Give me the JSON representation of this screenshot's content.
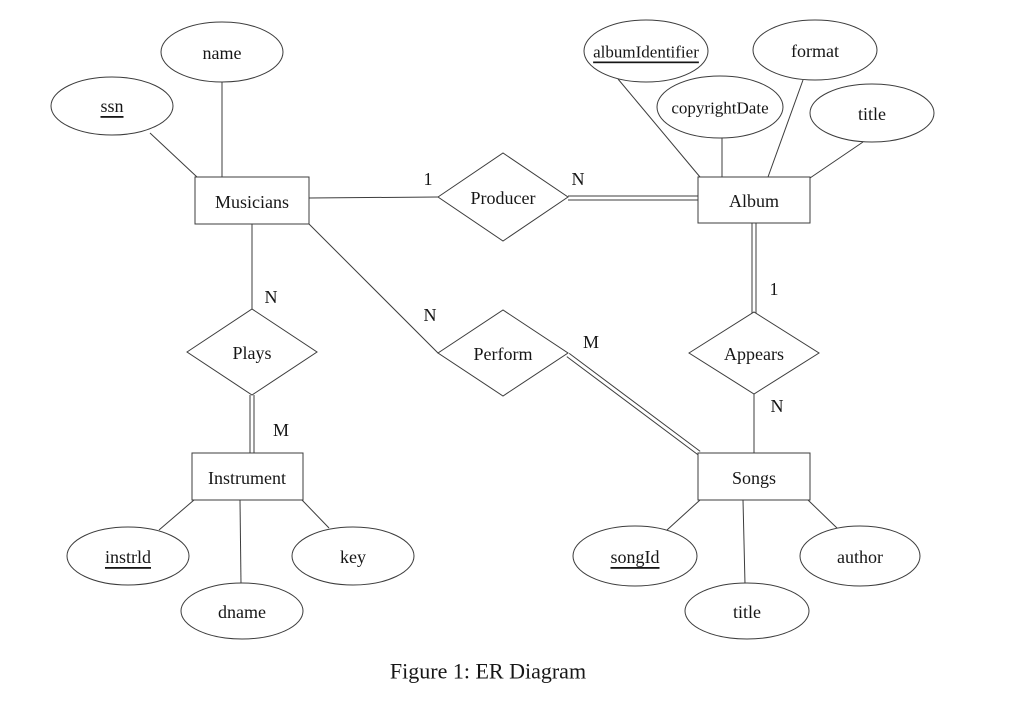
{
  "page": {
    "caption": "Figure 1: ER Diagram",
    "background_color": "#ffffff",
    "line_color": "#3c3c3c",
    "text_color": "#161616"
  },
  "er": {
    "entities": [
      {
        "label": "Musicians"
      },
      {
        "label": "Album"
      },
      {
        "label": "Instrument"
      },
      {
        "label": "Songs"
      }
    ],
    "relationships": [
      {
        "label": "Producer",
        "cardinalities": {
          "musicians_side": "1",
          "album_side": "N"
        }
      },
      {
        "label": "Plays",
        "cardinalities": {
          "musicians_side": "N",
          "instrument_side": "M"
        }
      },
      {
        "label": "Perform",
        "cardinalities": {
          "musicians_side": "N",
          "songs_side": "M"
        }
      },
      {
        "label": "Appears",
        "cardinalities": {
          "album_side": "1",
          "songs_side": "N"
        }
      }
    ],
    "attributes": [
      {
        "label": "ssn",
        "key": true,
        "entity": "Musicians"
      },
      {
        "label": "name",
        "key": false,
        "entity": "Musicians"
      },
      {
        "label": "albumIdentifier",
        "key": true,
        "entity": "Album"
      },
      {
        "label": "copyrightDate",
        "key": false,
        "entity": "Album"
      },
      {
        "label": "format",
        "key": false,
        "entity": "Album"
      },
      {
        "label": "title",
        "key": false,
        "entity": "Album"
      },
      {
        "label": "instrld",
        "key": true,
        "entity": "Instrument"
      },
      {
        "label": "dname",
        "key": false,
        "entity": "Instrument"
      },
      {
        "label": "key",
        "key": false,
        "entity": "Instrument"
      },
      {
        "label": "songId",
        "key": true,
        "entity": "Songs"
      },
      {
        "label": "title",
        "key": false,
        "entity": "Songs"
      },
      {
        "label": "author",
        "key": false,
        "entity": "Songs"
      }
    ]
  }
}
